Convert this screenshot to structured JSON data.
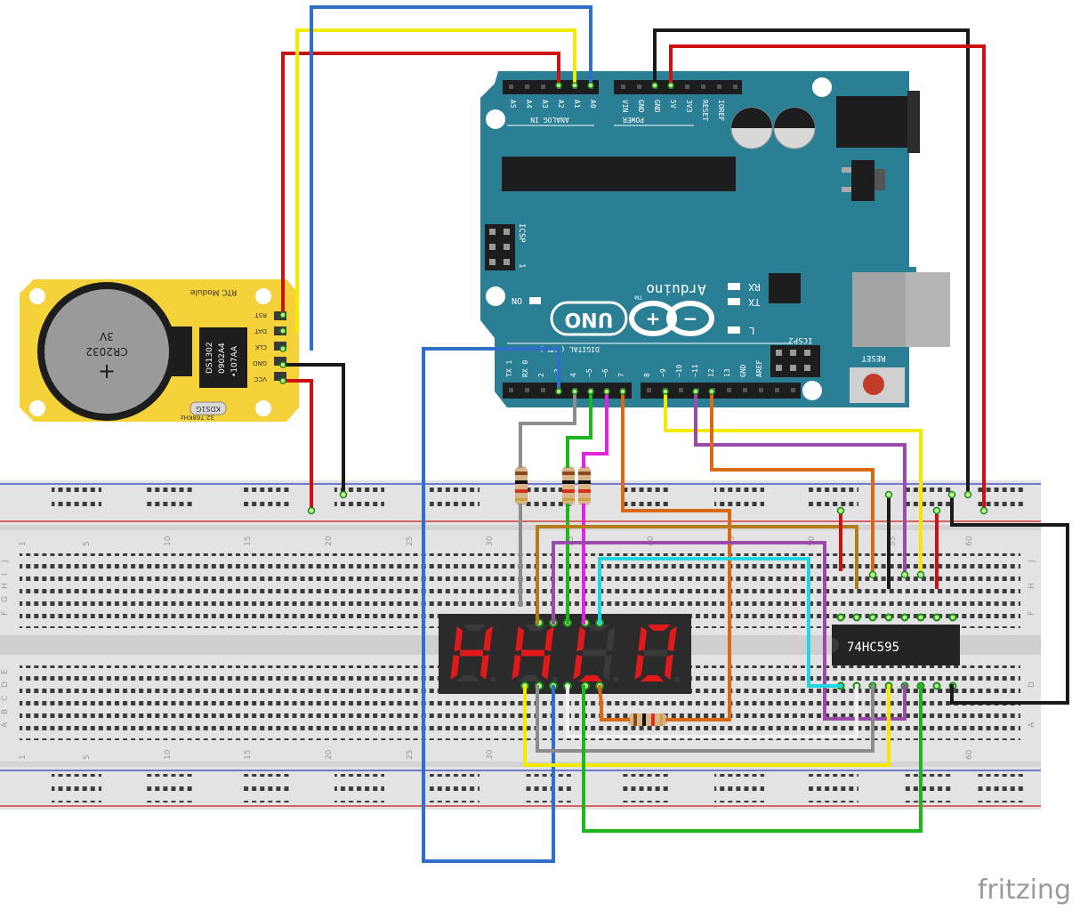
{
  "arduino": {
    "brand": "Arduino",
    "tm": "TM",
    "model": "UNO",
    "analog_header": "ANALOG IN",
    "analog_pins": [
      "A5",
      "A4",
      "A3",
      "A2",
      "A1",
      "A0"
    ],
    "power_header": "POWER",
    "power_pins": [
      "VIN",
      "GND",
      "GND",
      "5V",
      "3V3",
      "RESET",
      "IOREF"
    ],
    "digital_label": "DIGITAL (PWM~)",
    "digital_pins_low": [
      "TX 1",
      "RX 0",
      "2",
      "~3",
      "4",
      "~5",
      "~6",
      "7"
    ],
    "digital_pins_high": [
      "8",
      "~9",
      "~10",
      "~11",
      "12",
      "13",
      "GND",
      "AREF"
    ],
    "icsp": "ICSP",
    "icsp2": "ICSP2",
    "icsp_num": "1",
    "rx": "RX",
    "tx": "TX",
    "l": "L",
    "on": "ON",
    "reset": "RESET"
  },
  "rtc": {
    "title": "RTC Module",
    "battery_lines": [
      "CR2032",
      "3V"
    ],
    "battery_plus": "+",
    "chip_lines": [
      "DS1302",
      "0902A4",
      "•107AA"
    ],
    "crystal_label": "KDS1G",
    "crystal_freq": "32.768KHz",
    "pins": [
      "RST",
      "DAT",
      "CLK",
      "GND",
      "VCC"
    ]
  },
  "breadboard": {
    "col_numbers": [
      "1",
      "5",
      "10",
      "15",
      "20",
      "25",
      "30",
      "35",
      "40",
      "45",
      "50",
      "55",
      "60"
    ],
    "row_letters_top": [
      "J",
      "I",
      "H",
      "G",
      "F"
    ],
    "row_letters_bottom": [
      "E",
      "D",
      "C",
      "B",
      "A"
    ]
  },
  "display": {
    "digits": [
      "H",
      "H",
      "L",
      "0"
    ]
  },
  "shift_register": {
    "label": "74HC595"
  },
  "footer": {
    "logo": "fritzing"
  },
  "colors": {
    "board": "#2a7f95",
    "rtc_board": "#f6d23a",
    "breadboard": "#e5e5e5",
    "wire_red": "#cc1111",
    "wire_black": "#1a1a1a",
    "wire_yellow": "#f4ea00",
    "wire_blue": "#2f6fc8",
    "wire_green": "#1fb51f",
    "wire_orange": "#d96a12",
    "wire_purple": "#9a4aa8",
    "wire_magenta": "#e025e0",
    "wire_cyan": "#20d6e0",
    "wire_brown": "#b27c1c",
    "wire_gray": "#8c8c8c",
    "wire_white": "#f4f4f4",
    "segment_on": "#e01a1a",
    "segment_off": "#3a3a3a"
  }
}
